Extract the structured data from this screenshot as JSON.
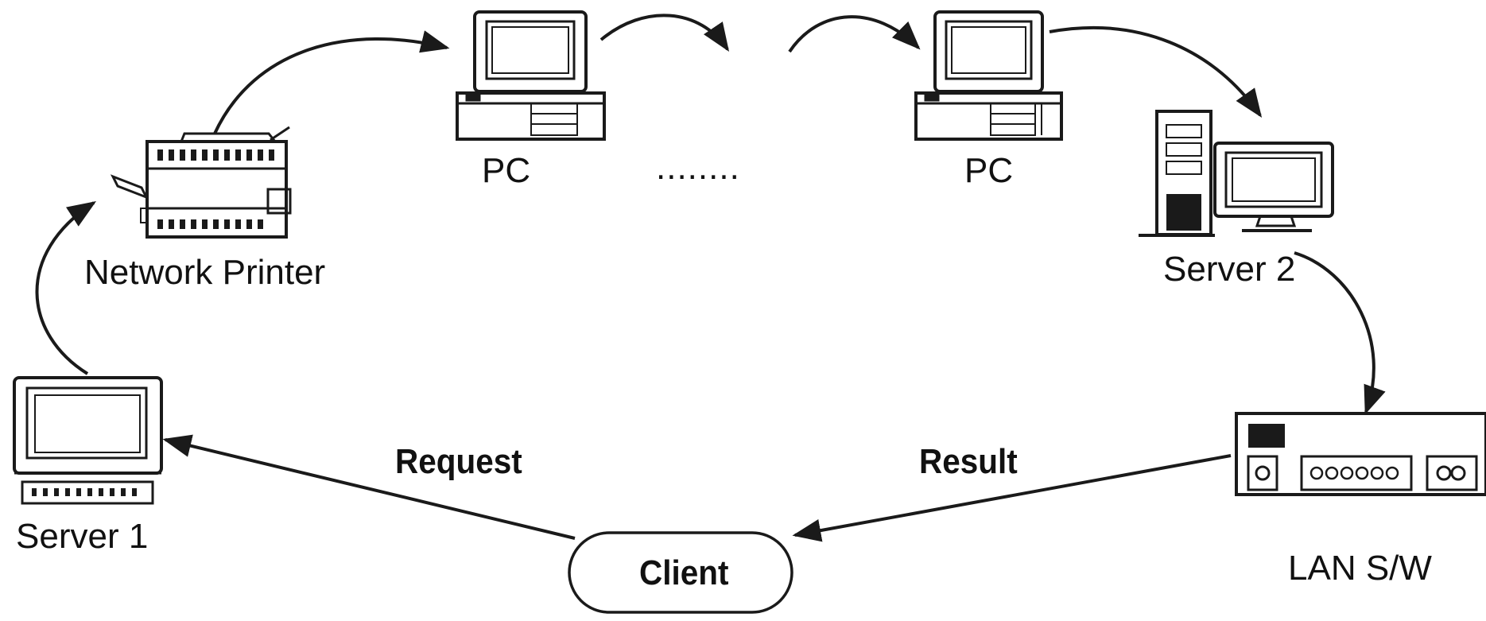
{
  "colors": {
    "ink": "#1a1a1a",
    "background": "#ffffff"
  },
  "nodes": {
    "pc_left": "PC",
    "pc_right": "PC",
    "ellipsis": "........",
    "network_printer": "Network Printer",
    "server_2": "Server 2",
    "server_1": "Server 1",
    "lan_switch": "LAN S/W",
    "client": "Client"
  },
  "edges": {
    "request": "Request",
    "result": "Result"
  },
  "icons": [
    "pc-icon",
    "network-printer-icon",
    "server-tower-icon",
    "server-monitor-icon",
    "lan-switch-icon"
  ]
}
